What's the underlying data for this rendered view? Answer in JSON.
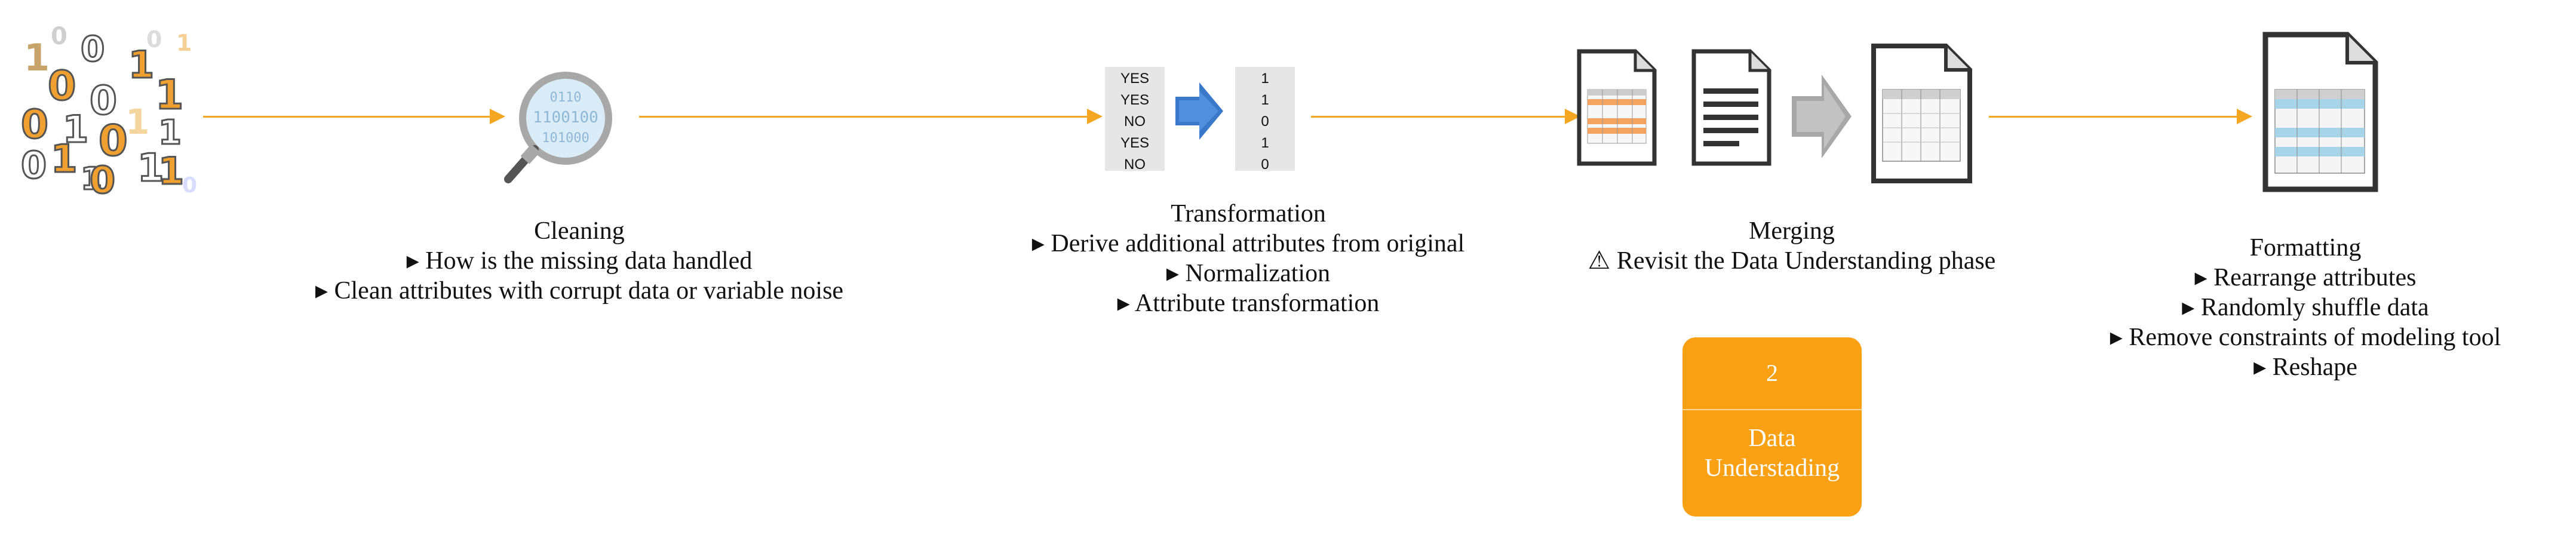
{
  "binary_digits": [
    "1",
    "0",
    "0",
    "1",
    "0",
    "1",
    "0",
    "0",
    "1",
    "0",
    "1",
    "1",
    "0",
    "1",
    "0",
    "1",
    "1",
    "0",
    "1",
    "1",
    "0"
  ],
  "steps": [
    {
      "title": "Cleaning",
      "bullets": [
        "▸ How is the missing data handled",
        "▸ Clean attributes with corrupt data or variable noise"
      ]
    },
    {
      "title": "Transformation",
      "bullets": [
        "▸ Derive additional attributes from original",
        "▸ Normalization",
        "▸ Attribute transformation"
      ]
    },
    {
      "title": "Merging",
      "bullets": [
        "⚠ Revisit the Data Understanding phase"
      ]
    },
    {
      "title": "Formatting",
      "bullets": [
        "▸ Rearrange attributes",
        "▸ Randomly shuffle data",
        "▸ Remove constraints of modeling tool",
        "▸ Reshape"
      ]
    }
  ],
  "transform_table": {
    "before": [
      "YES",
      "YES",
      "NO",
      "YES",
      "NO"
    ],
    "after": [
      "1",
      "1",
      "0",
      "1",
      "0"
    ]
  },
  "magnifier_bits": [
    "0110",
    "1100100",
    "101000"
  ],
  "badge": {
    "number": "2",
    "label_line1": "Data",
    "label_line2": "Understading"
  },
  "colors": {
    "arrow": "#f5a623",
    "badge": "#f9a013",
    "blue_arrow": "#3a78c9",
    "gray_arrow": "#a8a8a8"
  }
}
